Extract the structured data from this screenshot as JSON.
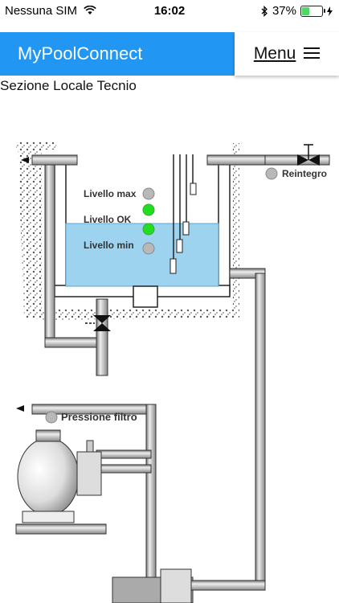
{
  "status_bar": {
    "carrier": "Nessuna SIM",
    "time": "16:02",
    "battery": "37%",
    "battery_level": 0.37,
    "icons": [
      "wifi-icon",
      "bluetooth-icon",
      "battery-icon",
      "charging-icon"
    ]
  },
  "header": {
    "app_title": "MyPoolConnect",
    "menu_label": "Menu",
    "menu_icon": "hamburger-icon",
    "brand_color": "#2196f3"
  },
  "page": {
    "section_title": "Sezione Locale Tecnio"
  },
  "diagram": {
    "labels": {
      "level_max": "Livello max",
      "level_ok": "Livello OK",
      "level_min": "Livello min",
      "refill": "Reintegro",
      "filter_pressure": "Pressione filtro"
    },
    "indicators": {
      "level_max": "off",
      "level_ok": "on",
      "level_min": "off",
      "refill": "off",
      "filter_pressure": "off"
    },
    "colors": {
      "on": "#22dd22",
      "off": "#b8b8b8",
      "water": "#9ed3ef"
    }
  }
}
